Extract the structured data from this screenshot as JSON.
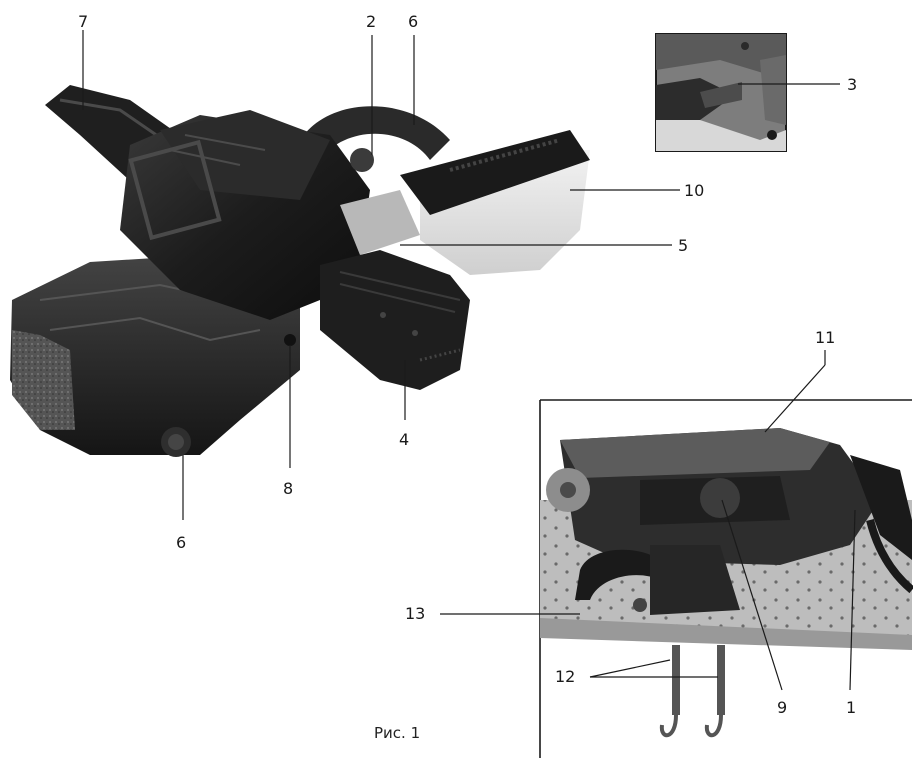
{
  "figure": {
    "caption": "Рис. 1",
    "callouts": {
      "c7": "7",
      "c2": "2",
      "c6_top": "6",
      "c3": "3",
      "c10": "10",
      "c5": "5",
      "c11": "11",
      "c4": "4",
      "c8": "8",
      "c6_bottom": "6",
      "c13": "13",
      "c12": "12",
      "c9": "9",
      "c1": "1"
    }
  }
}
